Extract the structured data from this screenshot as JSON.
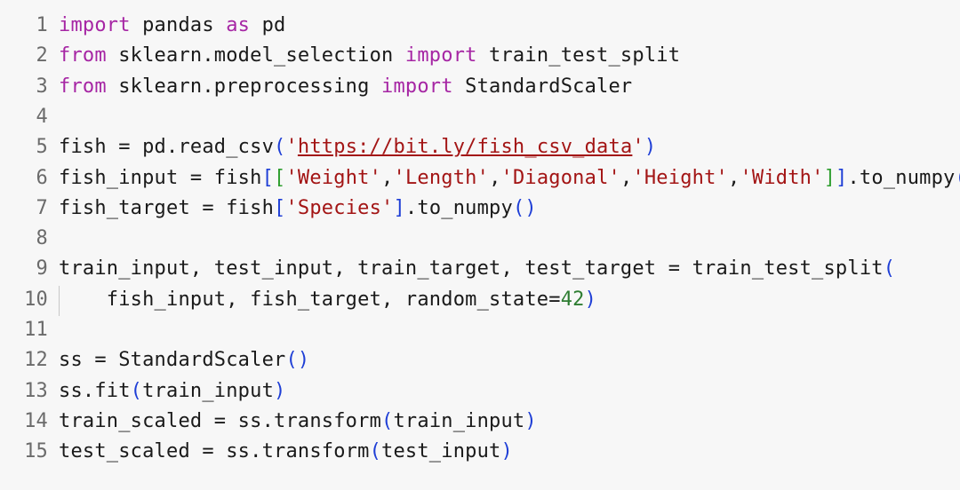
{
  "editor": {
    "lines": [
      {
        "num": "1",
        "tokens": [
          {
            "t": "import",
            "c": "kw"
          },
          {
            "t": " pandas ",
            "c": ""
          },
          {
            "t": "as",
            "c": "kw"
          },
          {
            "t": " pd",
            "c": ""
          }
        ]
      },
      {
        "num": "2",
        "tokens": [
          {
            "t": "from",
            "c": "kw"
          },
          {
            "t": " sklearn.model_selection ",
            "c": ""
          },
          {
            "t": "import",
            "c": "kw"
          },
          {
            "t": " train_test_split",
            "c": ""
          }
        ]
      },
      {
        "num": "3",
        "tokens": [
          {
            "t": "from",
            "c": "kw"
          },
          {
            "t": " sklearn.preprocessing ",
            "c": ""
          },
          {
            "t": "import",
            "c": "kw"
          },
          {
            "t": " StandardScaler",
            "c": ""
          }
        ]
      },
      {
        "num": "4",
        "tokens": []
      },
      {
        "num": "5",
        "tokens": [
          {
            "t": "fish = pd.read_csv",
            "c": ""
          },
          {
            "t": "(",
            "c": "p1"
          },
          {
            "t": "'",
            "c": "str"
          },
          {
            "t": "https://bit.ly/fish_csv_data",
            "c": "str url"
          },
          {
            "t": "'",
            "c": "str"
          },
          {
            "t": ")",
            "c": "p1"
          }
        ]
      },
      {
        "num": "6",
        "tokens": [
          {
            "t": "fish_input = fish",
            "c": ""
          },
          {
            "t": "[",
            "c": "p1"
          },
          {
            "t": "[",
            "c": "p2"
          },
          {
            "t": "'Weight'",
            "c": "str"
          },
          {
            "t": ",",
            "c": ""
          },
          {
            "t": "'Length'",
            "c": "str"
          },
          {
            "t": ",",
            "c": ""
          },
          {
            "t": "'Diagonal'",
            "c": "str"
          },
          {
            "t": ",",
            "c": ""
          },
          {
            "t": "'Height'",
            "c": "str"
          },
          {
            "t": ",",
            "c": ""
          },
          {
            "t": "'Width'",
            "c": "str"
          },
          {
            "t": "]",
            "c": "p2"
          },
          {
            "t": "]",
            "c": "p1"
          },
          {
            "t": ".to_numpy",
            "c": ""
          },
          {
            "t": "()",
            "c": "p1"
          }
        ]
      },
      {
        "num": "7",
        "tokens": [
          {
            "t": "fish_target = fish",
            "c": ""
          },
          {
            "t": "[",
            "c": "p1"
          },
          {
            "t": "'Species'",
            "c": "str"
          },
          {
            "t": "]",
            "c": "p1"
          },
          {
            "t": ".to_numpy",
            "c": ""
          },
          {
            "t": "()",
            "c": "p1"
          }
        ]
      },
      {
        "num": "8",
        "tokens": []
      },
      {
        "num": "9",
        "tokens": [
          {
            "t": "train_input, test_input, train_target, test_target = train_test_split",
            "c": ""
          },
          {
            "t": "(",
            "c": "p1"
          }
        ]
      },
      {
        "num": "10",
        "tokens": [
          {
            "t": "    fish_input, fish_target, random_state=",
            "c": ""
          },
          {
            "t": "42",
            "c": "num"
          },
          {
            "t": ")",
            "c": "p1"
          }
        ]
      },
      {
        "num": "11",
        "tokens": []
      },
      {
        "num": "12",
        "tokens": [
          {
            "t": "ss = StandardScaler",
            "c": ""
          },
          {
            "t": "()",
            "c": "p1"
          }
        ]
      },
      {
        "num": "13",
        "tokens": [
          {
            "t": "ss.fit",
            "c": ""
          },
          {
            "t": "(",
            "c": "p1"
          },
          {
            "t": "train_input",
            "c": ""
          },
          {
            "t": ")",
            "c": "p1"
          }
        ]
      },
      {
        "num": "14",
        "tokens": [
          {
            "t": "train_scaled = ss.transform",
            "c": ""
          },
          {
            "t": "(",
            "c": "p1"
          },
          {
            "t": "train_input",
            "c": ""
          },
          {
            "t": ")",
            "c": "p1"
          }
        ]
      },
      {
        "num": "15",
        "tokens": [
          {
            "t": "test_scaled = ss.transform",
            "c": ""
          },
          {
            "t": "(",
            "c": "p1"
          },
          {
            "t": "test_input",
            "c": ""
          },
          {
            "t": ")",
            "c": "p1"
          }
        ]
      }
    ]
  }
}
